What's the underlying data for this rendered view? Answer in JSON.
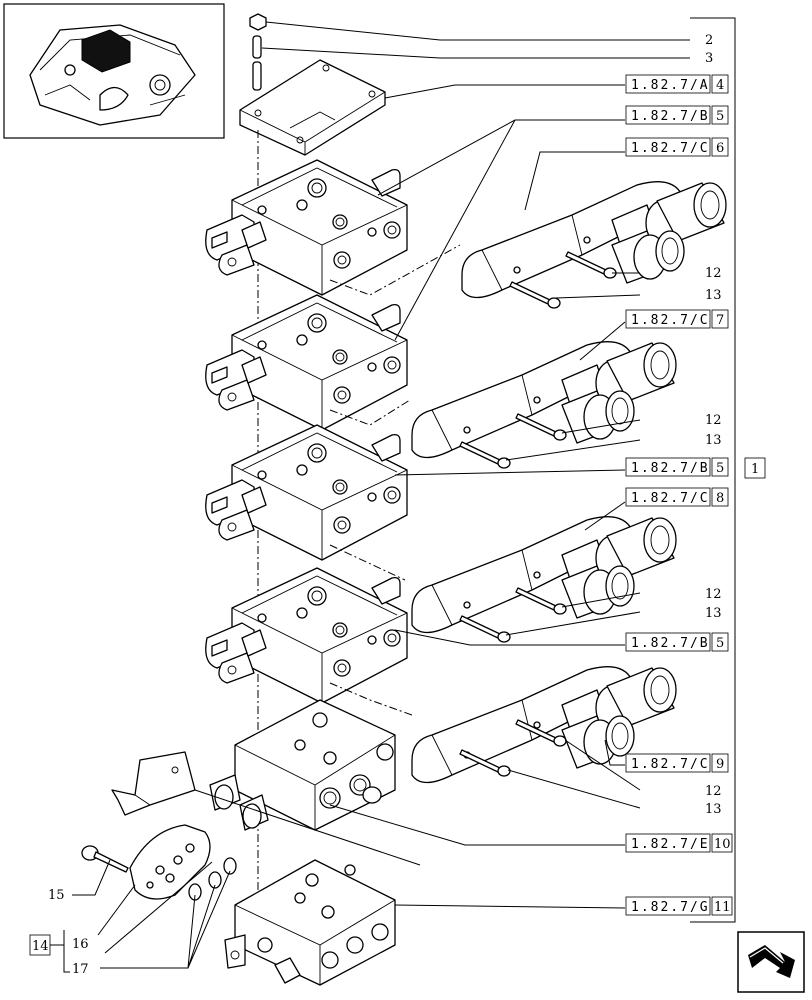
{
  "callouts": {
    "c2": "2",
    "c3": "3",
    "c4_ref": "1.82.7/A",
    "c4": "4",
    "c5a_ref": "1.82.7/B",
    "c5a": "5",
    "c6_ref": "1.82.7/C",
    "c6": "6",
    "c12a": "12",
    "c13a": "13",
    "c7_ref": "1.82.7/C",
    "c7": "7",
    "c12b": "12",
    "c13b": "13",
    "c5b_ref": "1.82.7/B",
    "c5b": "5",
    "c1": "1",
    "c8_ref": "1.82.7/C",
    "c8": "8",
    "c12c": "12",
    "c13c": "13",
    "c5c_ref": "1.82.7/B",
    "c5c": "5",
    "c9_ref": "1.82.7/C",
    "c9": "9",
    "c12d": "12",
    "c13d": "13",
    "c10_ref": "1.82.7/E",
    "c10": "10",
    "c11_ref": "1.82.7/G",
    "c11": "11",
    "c15": "15",
    "c14": "14",
    "c16": "16",
    "c17": "17"
  }
}
